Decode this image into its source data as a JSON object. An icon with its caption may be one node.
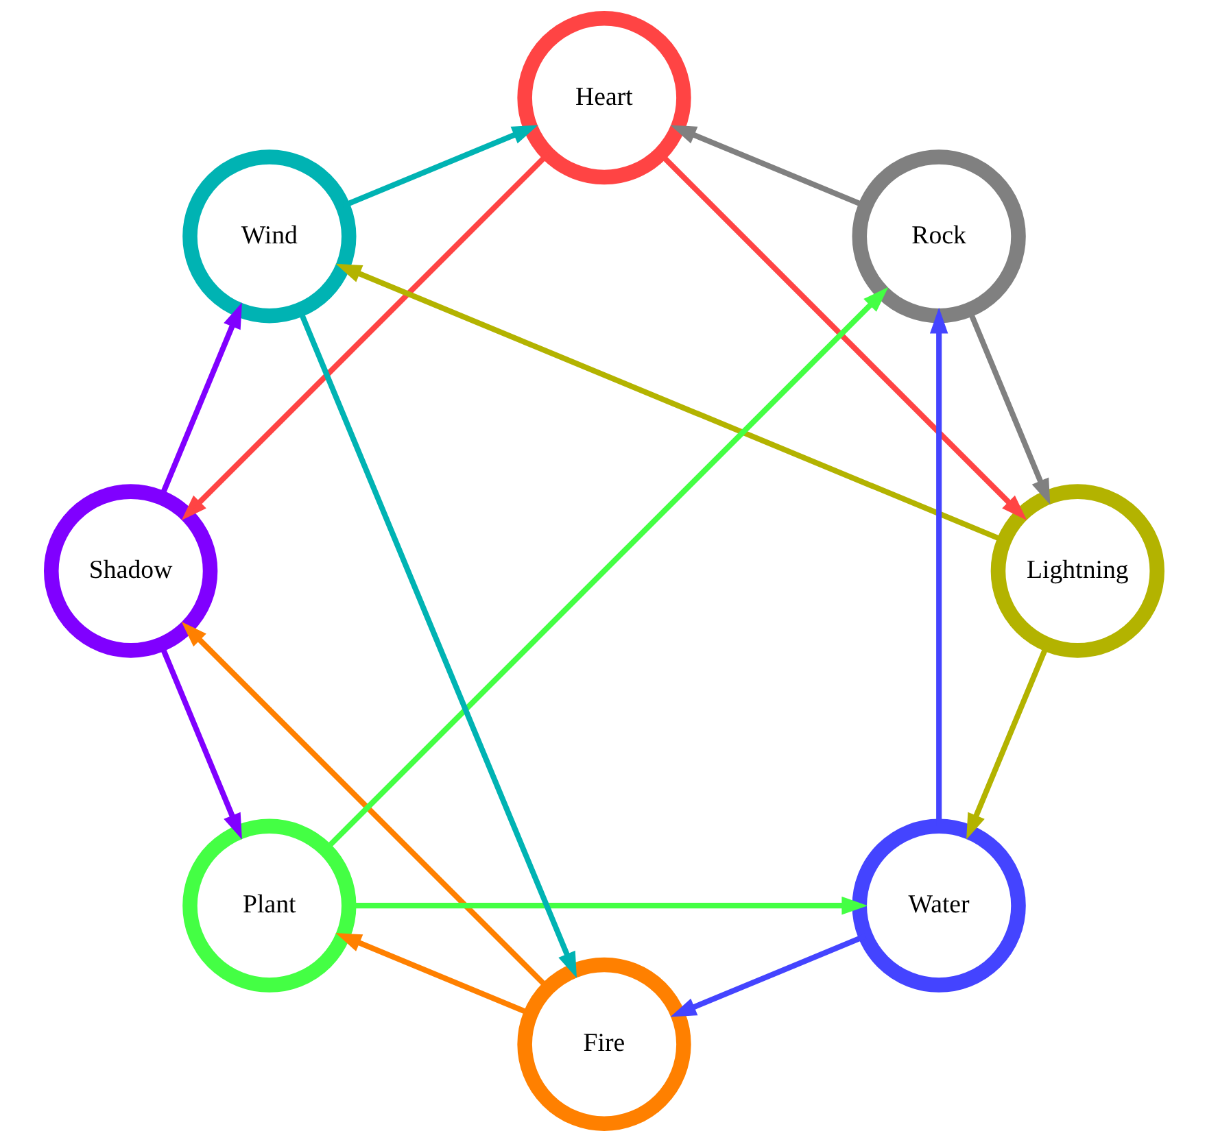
{
  "diagram": {
    "nodes": [
      {
        "text": [
          "Rock"
        ]
      },
      {
        "text": [
          "Heart"
        ]
      },
      {
        "text": [
          "Shadow"
        ]
      },
      {
        "text": [
          "Fire"
        ]
      },
      {
        "text": [
          "Water"
        ]
      },
      {
        "text": [
          "Lightning"
        ]
      },
      {
        "text": [
          "Wind"
        ]
      },
      {
        "text": [
          "Plant"
        ]
      }
    ],
    "edges": [
      {
        "from": 0,
        "to": 1,
        "arrow": "to",
        "color": "#808080"
      },
      {
        "from": 0,
        "to": 5,
        "arrow": "to",
        "color": "#808080"
      },
      {
        "from": 1,
        "to": 2,
        "arrow": "to",
        "color": "#ff4444"
      },
      {
        "from": 1,
        "to": 5,
        "arrow": "to",
        "color": "#ff4444"
      },
      {
        "from": 3,
        "to": 2,
        "arrow": "to",
        "color": "#ff8000"
      },
      {
        "from": 3,
        "to": 7,
        "arrow": "to",
        "color": "#ff8000"
      },
      {
        "from": 2,
        "to": 6,
        "arrow": "to",
        "color": "#8000ff"
      },
      {
        "from": 2,
        "to": 7,
        "arrow": "to",
        "color": "#8000ff"
      },
      {
        "from": 4,
        "to": 0,
        "arrow": "to",
        "color": "#4444ff"
      },
      {
        "from": 4,
        "to": 3,
        "arrow": "to",
        "color": "#4444ff"
      },
      {
        "from": 5,
        "to": 4,
        "arrow": "to",
        "color": "#b3b300"
      },
      {
        "from": 5,
        "to": 6,
        "arrow": "to",
        "color": "#b3b300"
      },
      {
        "from": 6,
        "to": 1,
        "arrow": "to",
        "color": "#00b3b3"
      },
      {
        "from": 6,
        "to": 3,
        "arrow": "to",
        "color": "#00b3b3"
      },
      {
        "from": 7,
        "to": 0,
        "arrow": "to",
        "color": "#44ff44"
      },
      {
        "from": 7,
        "to": 4,
        "arrow": "to",
        "color": "#44ff44"
      }
    ]
  }
}
